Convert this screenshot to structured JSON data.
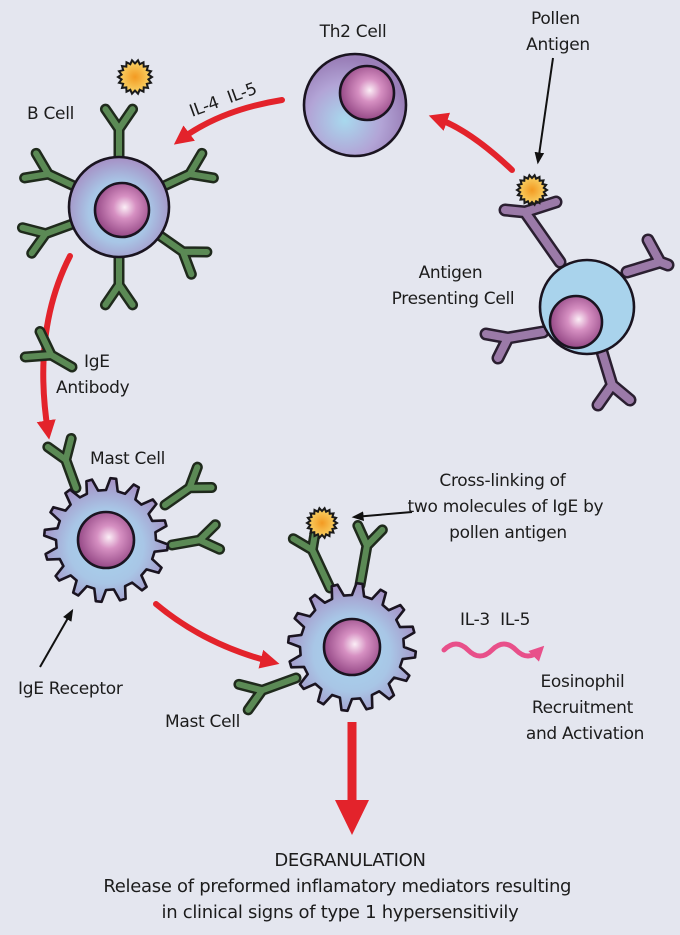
{
  "title": "Type 1 hypersensitivity pathway",
  "labels": {
    "th2_cell": "Th2 Cell",
    "pollen_antigen": [
      "Pollen",
      "Antigen"
    ],
    "b_cell": "B Cell",
    "cytokines_b": "IL-4  IL-5",
    "apc": [
      "Antigen",
      "Presenting Cell"
    ],
    "ige_antibody": [
      "IgE",
      "Antibody"
    ],
    "mast_cell_1": "Mast Cell",
    "ige_receptor": "IgE Receptor",
    "crosslinking": [
      "Cross-linking of",
      "two molecules of IgE by",
      "pollen antigen"
    ],
    "mast_cell_2": "Mast Cell",
    "cytokines_eos": "IL-3  IL-5",
    "eosinophil": [
      "Eosinophil",
      "Recruitment",
      "and Activation"
    ],
    "degranulation_title": "DEGRANULATION",
    "degranulation_desc": [
      "Release of preformed inflamatory mediators resulting",
      "in clinical signs of type 1 hypersensitivily"
    ]
  },
  "colors": {
    "background": "#e4e6ef",
    "flow_arrow": "#e3232b",
    "cytokine_wave": "#e8508a",
    "antibody": "#5b8a55",
    "cell_body": "#a99ac8",
    "cell_inner": "#a9d4ec",
    "nucleus": "#a0508f",
    "apc_body": "#a9d3ec",
    "apc_process": "#9b7aa8",
    "pollen": "#f4b63a"
  }
}
